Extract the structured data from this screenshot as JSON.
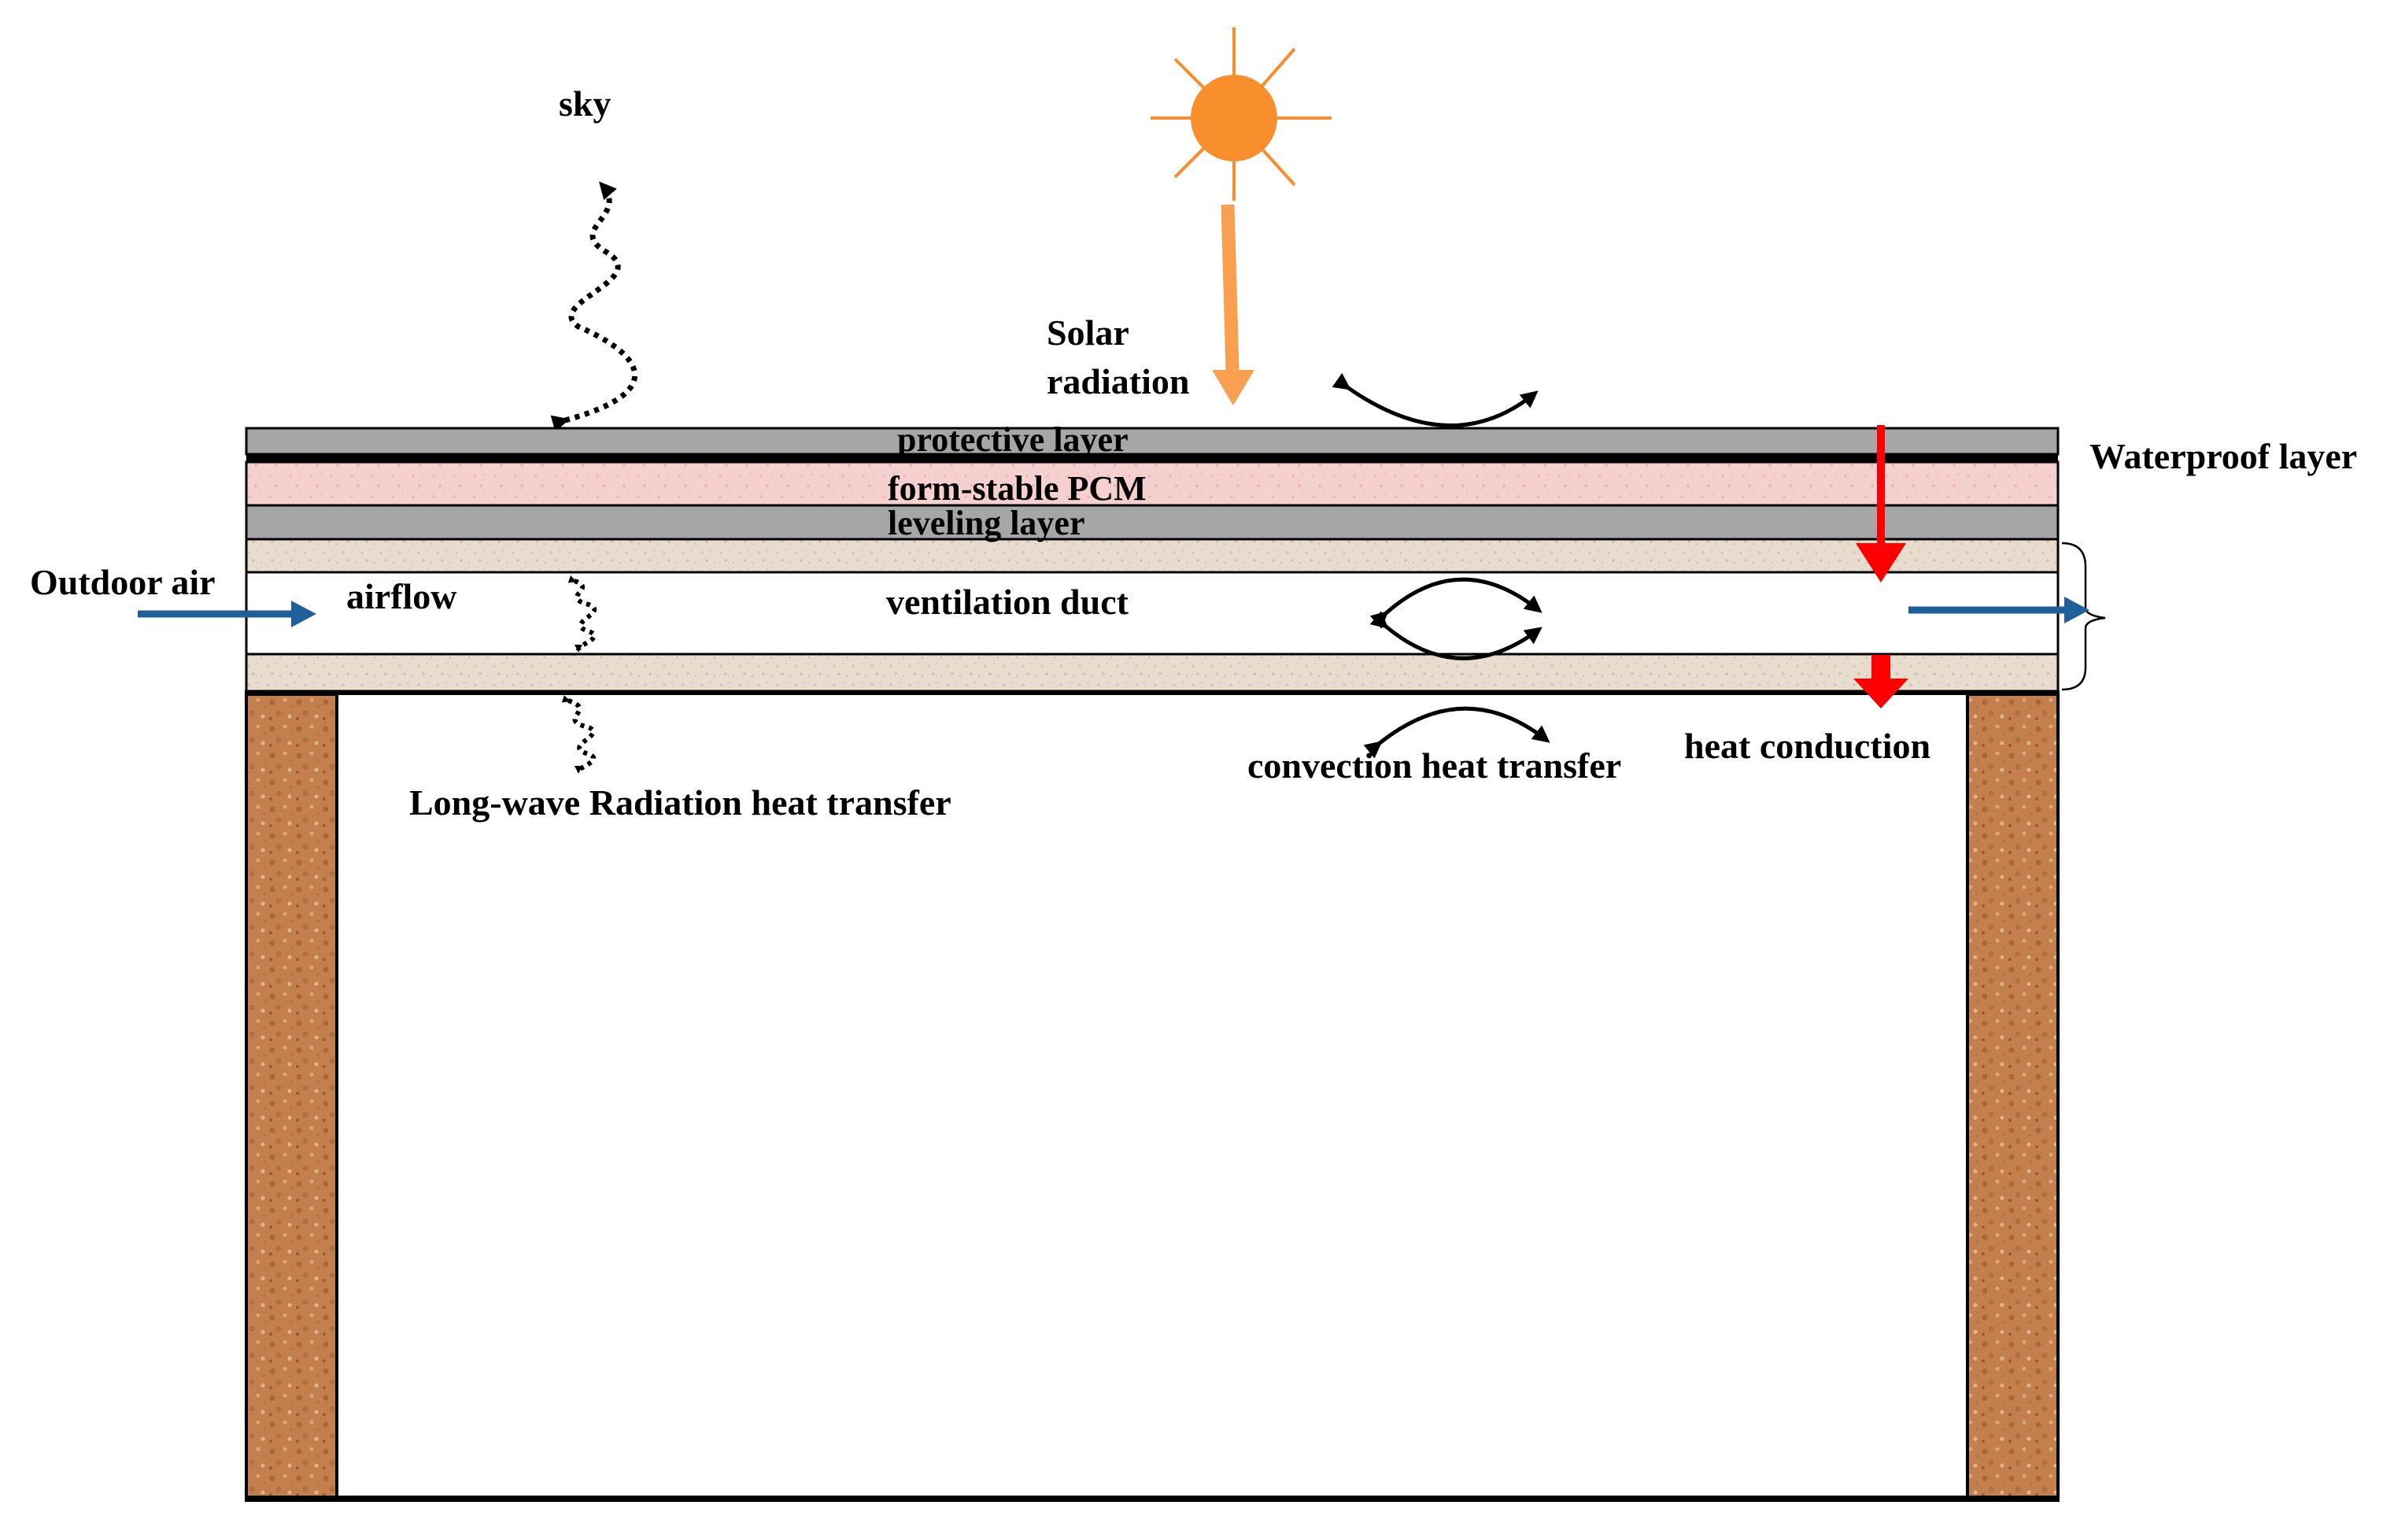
{
  "labels": {
    "sky": "sky",
    "solar_line1": "Solar",
    "solar_line2": "radiation",
    "protective_layer": "protective layer",
    "pcm": "form-stable PCM",
    "leveling_layer": "leveling layer",
    "waterproof_layer": "Waterproof layer",
    "outdoor_air": "Outdoor air",
    "airflow": "airflow",
    "ventilation_duct": "ventilation duct",
    "longwave": "Long-wave Radiation heat transfer",
    "convection": "convection heat transfer",
    "heat_conduction": "heat conduction"
  },
  "colors": {
    "sun": "#f98f2c",
    "solar_arrow": "#f8a050",
    "protective": "#a6a6a6",
    "pcm": "#f6cfcf",
    "leveling": "#a6a6a6",
    "duct_plate": "#e7dccd",
    "wall": "#c47f4e",
    "heat_arrow": "#ff0000",
    "air_arrow": "#1f5f9a"
  }
}
